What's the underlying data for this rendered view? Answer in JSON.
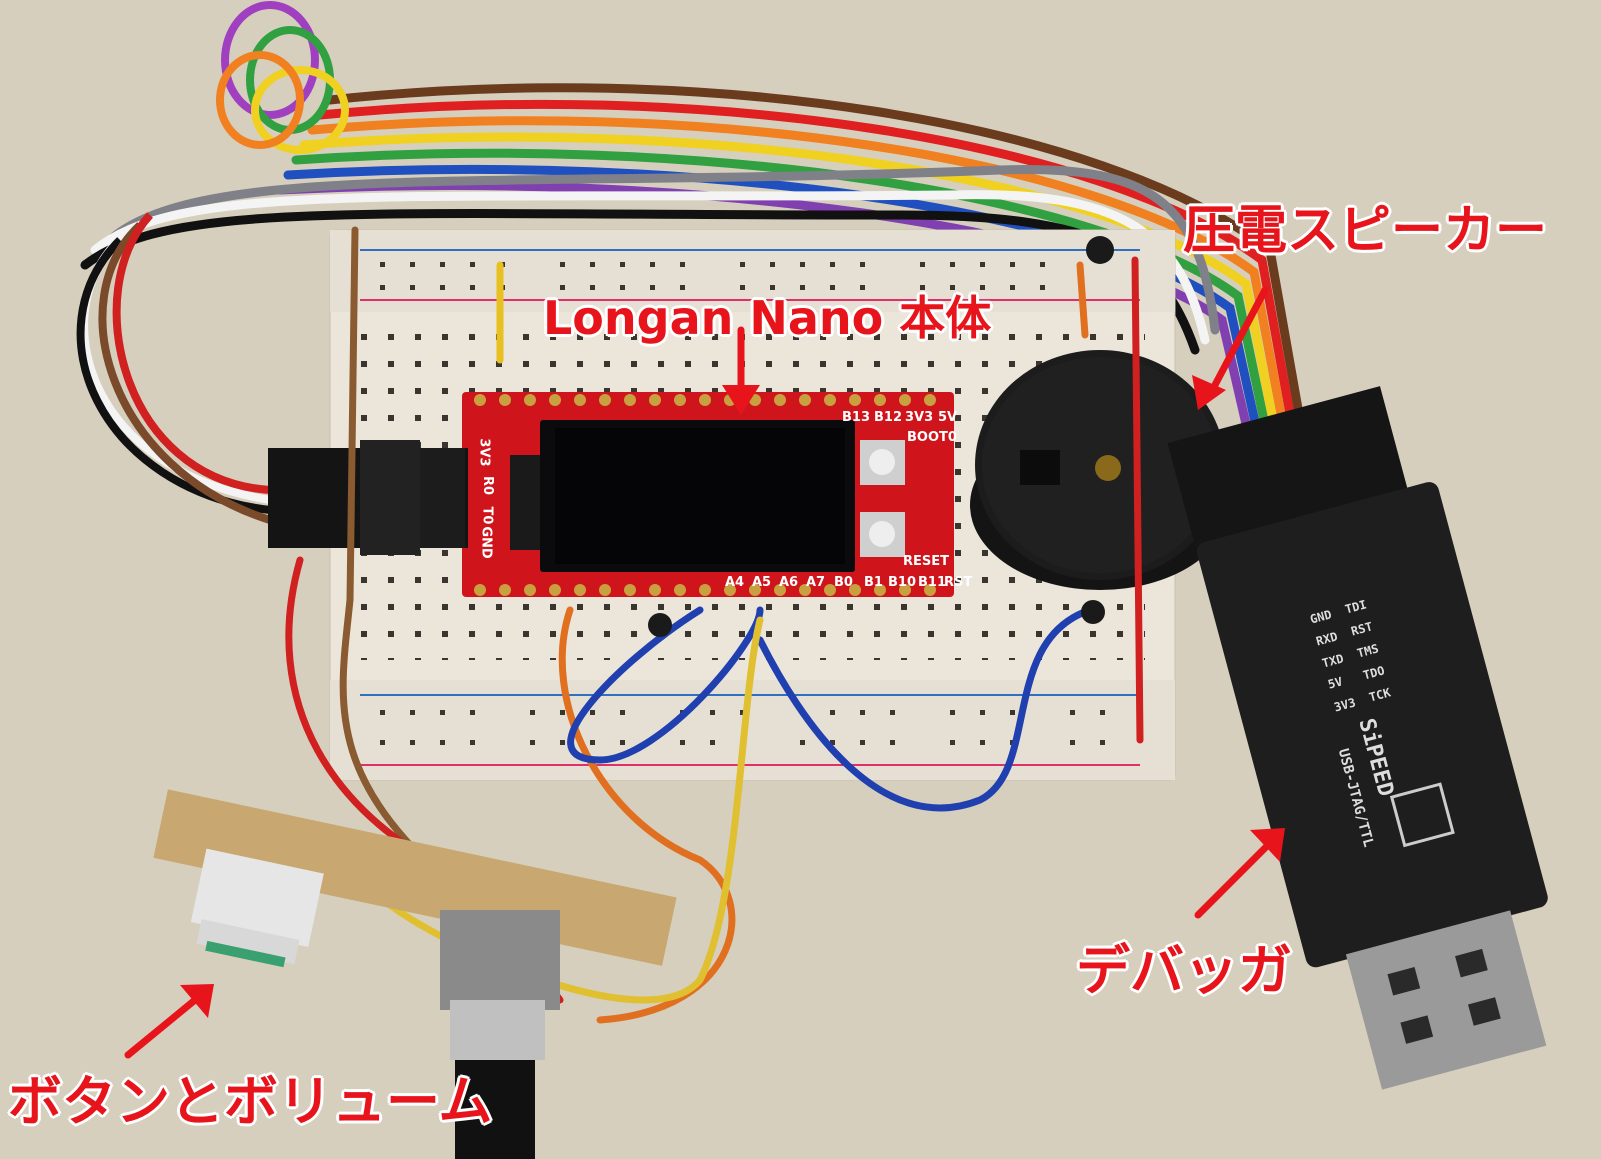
{
  "labels": {
    "main_board": "Longan Nano 本体",
    "speaker": "圧電スピーカー",
    "debugger": "デバッガ",
    "button_volume": "ボタンとボリューム"
  },
  "board": {
    "pin_top": [
      "B13",
      "B12",
      "3V3",
      "5V"
    ],
    "boot": "BOOT0",
    "reset_label": "RESET",
    "pin_bottom": [
      "A4",
      "A5",
      "A6",
      "A7",
      "B0",
      "B1",
      "B10",
      "B11",
      "RST"
    ],
    "side_pins": [
      "3V3",
      "R0",
      "T0",
      "GND"
    ]
  },
  "debugger_device": {
    "brand": "SiPEED",
    "subtitle": "USB-JTAG/TTL",
    "pins": [
      "GND",
      "TDI",
      "RXD",
      "RST",
      "TXD",
      "TMS",
      "5V",
      "TDO",
      "3V3",
      "TCK"
    ]
  },
  "colors": {
    "annotation": "#e8141c",
    "board": "#d0141c",
    "breadboard": "#ece6dc",
    "speaker": "#1a1a1a"
  }
}
